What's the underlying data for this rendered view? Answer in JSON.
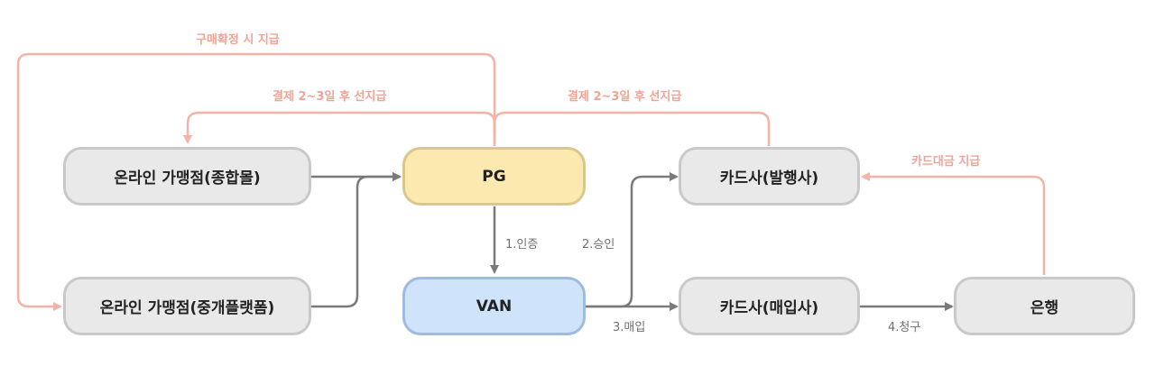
{
  "nodes": {
    "online_general": "온라인 가맹점(종합몰)",
    "online_platform": "온라인 가맹점(중개플랫폼)",
    "pg": "PG",
    "van": "VAN",
    "issuer": "카드사(발행사)",
    "acquirer": "카드사(매입사)",
    "bank": "은행"
  },
  "edges": {
    "purchase_confirm": "구매확정 시 지급",
    "settle_left": "결제 2~3일 후 선지급",
    "settle_right": "결제 2~3일 후 선지급",
    "card_payment": "카드대금 지급",
    "auth": "1.인증",
    "approve": "2.승인",
    "purchase": "3.매입",
    "claim": "4.청구"
  },
  "colors": {
    "gray_line": "#7a7a7a",
    "pink_line": "#f5b2a6",
    "pg_fill": "#fbe9b0",
    "van_fill": "#cfe3fb",
    "node_fill": "#e9e9e9"
  }
}
